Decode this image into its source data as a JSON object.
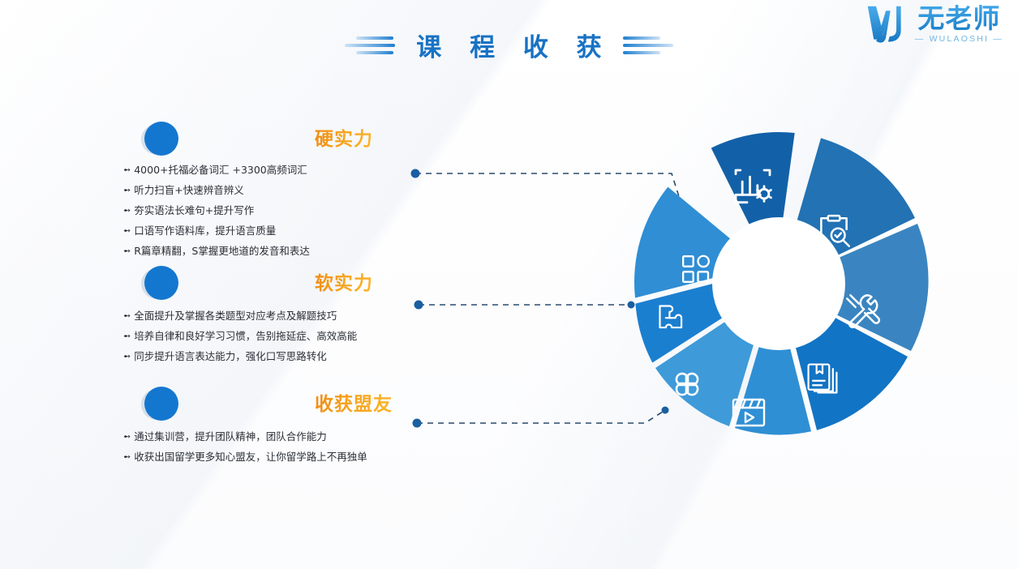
{
  "brand": {
    "logo_icon": "wulaoshi-w-mark-icon",
    "name": "无老师",
    "pinyin": "— WULAOSHI —"
  },
  "header": {
    "title": "课 程 收 获",
    "left_deco_icon": "title-stripes-left-icon",
    "right_deco_icon": "title-stripes-right-icon"
  },
  "groups": [
    {
      "id": "hard-skills",
      "marker_icon": "blue-circle-marker-icon",
      "title": "硬实力",
      "arrow": "➻",
      "items": [
        "4000+托福必备词汇 +3300高频词汇",
        "听力扫盲+快速辨音辨义",
        "夯实语法长难句+提升写作",
        "口语写作语料库，提升语言质量",
        "R篇章精翻，S掌握更地道的发音和表达"
      ]
    },
    {
      "id": "soft-skills",
      "marker_icon": "blue-circle-marker-icon",
      "title": "软实力",
      "arrow": "➻",
      "items": [
        "全面提升及掌握各类题型对应考点及解题技巧",
        "培养自律和良好学习习惯，告别拖延症、高效高能",
        "同步提升语言表达能力，强化口写思路转化"
      ]
    },
    {
      "id": "gain-allies",
      "marker_icon": "blue-circle-marker-icon",
      "title": "收获盟友",
      "arrow": "➻",
      "items": [
        "通过集训营，提升团队精神，团队合作能力",
        "收获出国留学更多知心盟友，让你留学路上不再独单"
      ]
    }
  ],
  "wheel": {
    "center_label": "",
    "segments": [
      {
        "icon": "chart-settings-icon",
        "color": "#1261a8"
      },
      {
        "icon": "clipboard-search-icon",
        "color": "#2272b4"
      },
      {
        "icon": "tools-wrench-icon",
        "color": "#3a85c1"
      },
      {
        "icon": "book-bookmark-icon",
        "color": "#1274c4"
      },
      {
        "icon": "video-clapper-icon",
        "color": "#2f8fd4"
      },
      {
        "icon": "clover-shapes-icon",
        "color": "#3e9ad9"
      },
      {
        "icon": "puzzle-piece-icon",
        "color": "#1b7fd0"
      },
      {
        "icon": "grid-blocks-icon",
        "color": "#2f8ed4"
      }
    ]
  },
  "connectors": [
    {
      "id": "connector-hard-skills",
      "dot_color": "#1a5fa0"
    },
    {
      "id": "connector-soft-skills",
      "dot_color": "#1a5fa0"
    },
    {
      "id": "connector-gain-allies",
      "dot_color": "#1a5fa0"
    }
  ],
  "colors": {
    "accent_blue": "#1477cf",
    "title_blue": "#1872c4",
    "heading_orange": "#f6a01b",
    "body_text": "#2a2f36",
    "connector": "#2a4a6b"
  }
}
